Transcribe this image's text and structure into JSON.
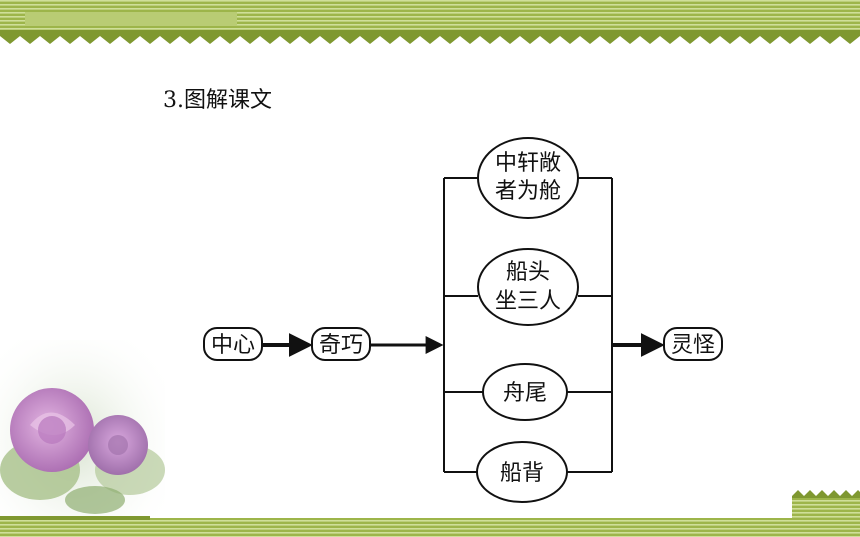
{
  "slide": {
    "title": "3.图解课文"
  },
  "diagram": {
    "left_nodes": {
      "start": "中心",
      "middle": "奇巧"
    },
    "branches": [
      {
        "line1": "中轩敞",
        "line2": "者为舱"
      },
      {
        "line1": "船头",
        "line2": "坐三人"
      },
      {
        "line1": "舟尾",
        "line2": ""
      },
      {
        "line1": "船背",
        "line2": ""
      }
    ],
    "result": "灵怪"
  },
  "colors": {
    "frame_green": "#8aa33a",
    "stripe_light": "#c3d488",
    "line": "#111111",
    "rose": "#c58fc6",
    "leaf": "#9bb77b"
  }
}
